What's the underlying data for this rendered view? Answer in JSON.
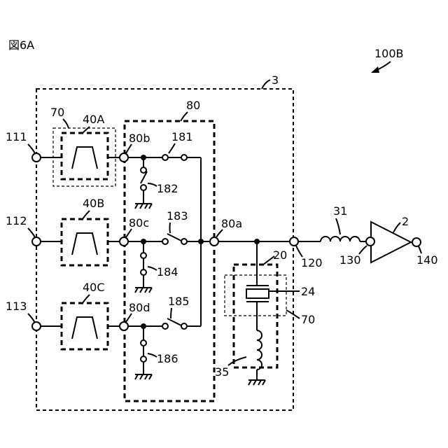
{
  "figure_title": "図6A",
  "labels": {
    "ref_100B": "100B",
    "ref_3": "3",
    "ref_80": "80",
    "ref_70a": "70",
    "ref_70b": "70",
    "ref_40A": "40A",
    "ref_40B": "40B",
    "ref_40C": "40C",
    "ref_111": "111",
    "ref_112": "112",
    "ref_113": "113",
    "ref_80a": "80a",
    "ref_80b": "80b",
    "ref_80c": "80c",
    "ref_80d": "80d",
    "ref_181": "181",
    "ref_182": "182",
    "ref_183": "183",
    "ref_184": "184",
    "ref_185": "185",
    "ref_186": "186",
    "ref_31": "31",
    "ref_2": "2",
    "ref_20": "20",
    "ref_24": "24",
    "ref_35": "35",
    "ref_120": "120",
    "ref_130": "130",
    "ref_140": "140"
  }
}
